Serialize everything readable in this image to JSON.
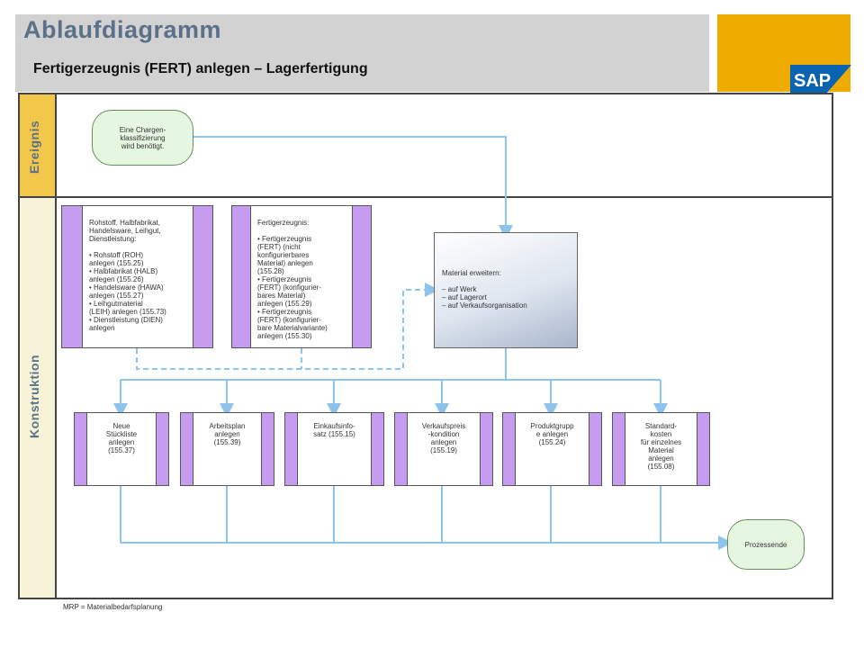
{
  "header": {
    "title": "Ablaufdiagramm",
    "subtitle": "Fertigerzeugnis (FERT) anlegen – Lagerfertigung",
    "logo_text": "SAP"
  },
  "lanes": {
    "event": "Ereignis",
    "construction": "Konstruktion"
  },
  "start_event": "Eine Chargen-\nklassifizierung\nwird benötigt.",
  "box_raw": {
    "lines": [
      "Rohstoff, Halbfabrikat,",
      "Handelsware, Leihgut,",
      "Dienstleistung:",
      "",
      "• Rohstoff (ROH)",
      "anlegen (155.25)",
      "• Halbfabrikat (HALB)",
      "anlegen (155.26)",
      "• Handelsware (HAWA)",
      "anlegen (155.27)",
      "• Leihgutmaterial",
      "(LEIH) anlegen (155.73)",
      "• Dienstleistung (DIEN)",
      "anlegen"
    ]
  },
  "box_fert": {
    "lines": [
      "Fertigerzeugnis:",
      "",
      "• Fertigerzeugnis",
      "(FERT) (nicht",
      "konfigurierbares",
      "Material) anlegen",
      "(155.28)",
      "• Fertigerzeugnis",
      "(FERT) (konfigurier-",
      "bares Material)",
      "anlegen (155.29)",
      "• Fertigerzeugnis",
      "(FERT) (konfigurier-",
      "bare Materialvariante)",
      "anlegen (155.30)"
    ]
  },
  "box_extend": {
    "lines": [
      "Material erweitern:",
      "",
      "– auf Werk",
      "– auf Lagerort",
      "– auf Verkaufsorganisation"
    ]
  },
  "steps": [
    {
      "lines": [
        "Neue",
        "Stückliste",
        "anlegen",
        "(155.37)"
      ]
    },
    {
      "lines": [
        "Arbeitsplan",
        "anlegen",
        "(155.39)"
      ]
    },
    {
      "lines": [
        "Einkaufsinfo-",
        "satz (155.15)"
      ]
    },
    {
      "lines": [
        "Verkaufspreis",
        "-kondition",
        "anlegen",
        "(155.19)"
      ]
    },
    {
      "lines": [
        "Produktgrupp",
        "e anlegen",
        "(155.24)"
      ]
    },
    {
      "lines": [
        "Standard-",
        "kosten",
        "für einzelnes",
        "Material",
        "anlegen",
        "(155.08)"
      ]
    }
  ],
  "end_event": "Prozessende",
  "footnote": "MRP = Materialbedarfsplanung",
  "colors": {
    "header_bg": "#d2d2d2",
    "logo_bg": "#f0ab00",
    "event_lane": "#f3c84a",
    "arrow": "#8ec4ec",
    "purple_bar": "#c59cf0",
    "event_fill": "#e6f7e1"
  }
}
